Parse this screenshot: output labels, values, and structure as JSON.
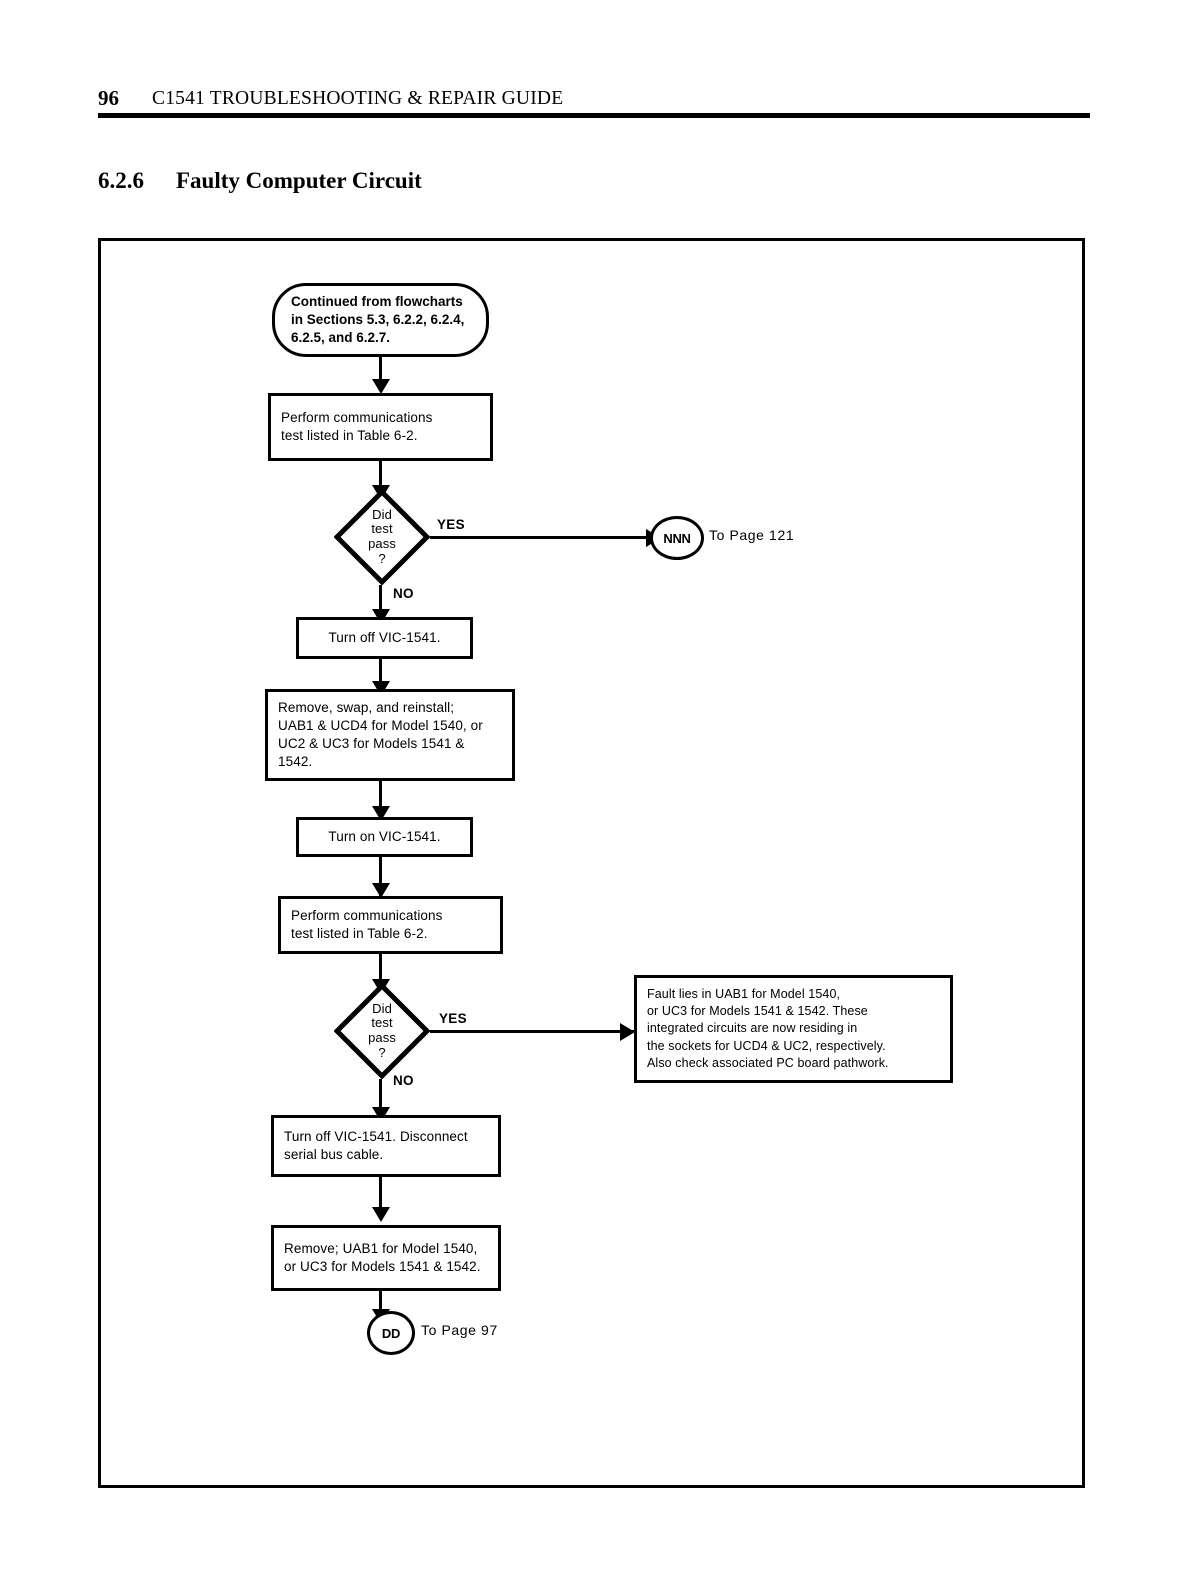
{
  "page": {
    "number": "96",
    "running_head": "C1541 TROUBLESHOOTING & REPAIR GUIDE"
  },
  "section": {
    "number": "6.2.6",
    "title": "Faulty Computer Circuit"
  },
  "chart_data": {
    "type": "diagram",
    "title": "Faulty Computer Circuit troubleshooting flowchart",
    "nodes": [
      {
        "id": "start",
        "shape": "terminator",
        "text": "Continued from flowcharts\nin Sections 5.3, 6.2.2, 6.2.4,\n6.2.5, and 6.2.7."
      },
      {
        "id": "perform-test-1",
        "shape": "process",
        "text": "Perform communications\ntest listed in Table 6-2."
      },
      {
        "id": "decision-1",
        "shape": "decision",
        "text": "Did\ntest\npass\n?"
      },
      {
        "id": "turn-off-1",
        "shape": "process",
        "text": "Turn off VIC-1541."
      },
      {
        "id": "remove-swap",
        "shape": "process",
        "text": "Remove, swap, and reinstall;\nUAB1 & UCD4 for Model 1540, or\nUC2 & UC3 for Models 1541 &\n1542."
      },
      {
        "id": "turn-on",
        "shape": "process",
        "text": "Turn on VIC-1541."
      },
      {
        "id": "perform-test-2",
        "shape": "process",
        "text": "Perform communications\ntest listed in Table 6-2."
      },
      {
        "id": "decision-2",
        "shape": "decision",
        "text": "Did\ntest\npass\n?"
      },
      {
        "id": "fault-found",
        "shape": "process",
        "text": "Fault lies in UAB1 for Model 1540,\nor UC3 for Models 1541 & 1542.  These\nintegrated circuits are now residing in\nthe sockets for UCD4 & UC2, respectively.\nAlso check associated  PC board  pathwork."
      },
      {
        "id": "turn-off-2",
        "shape": "process",
        "text": "Turn off VIC-1541.  Disconnect\nserial bus cable."
      },
      {
        "id": "remove-ic",
        "shape": "process",
        "text": "Remove; UAB1 for Model 1540,\nor UC3 for Models 1541 & 1542."
      },
      {
        "id": "connector-nnn",
        "shape": "offpage-connector",
        "text": "NNN",
        "label": "To Page 121"
      },
      {
        "id": "connector-dd",
        "shape": "offpage-connector",
        "text": "DD",
        "label": "To Page  97"
      }
    ],
    "edges": [
      {
        "from": "start",
        "to": "perform-test-1",
        "label": ""
      },
      {
        "from": "perform-test-1",
        "to": "decision-1",
        "label": ""
      },
      {
        "from": "decision-1",
        "to": "connector-nnn",
        "label": "YES"
      },
      {
        "from": "decision-1",
        "to": "turn-off-1",
        "label": "NO"
      },
      {
        "from": "turn-off-1",
        "to": "remove-swap",
        "label": ""
      },
      {
        "from": "remove-swap",
        "to": "turn-on",
        "label": ""
      },
      {
        "from": "turn-on",
        "to": "perform-test-2",
        "label": ""
      },
      {
        "from": "perform-test-2",
        "to": "decision-2",
        "label": ""
      },
      {
        "from": "decision-2",
        "to": "fault-found",
        "label": "YES"
      },
      {
        "from": "decision-2",
        "to": "turn-off-2",
        "label": "NO"
      },
      {
        "from": "turn-off-2",
        "to": "remove-ic",
        "label": ""
      },
      {
        "from": "remove-ic",
        "to": "connector-dd",
        "label": ""
      }
    ],
    "edge_labels": {
      "yes_1": "YES",
      "no_1": "NO",
      "yes_2": "YES",
      "no_2": "NO"
    },
    "colors": {
      "ink": "#000000",
      "paper": "#ffffff"
    }
  }
}
